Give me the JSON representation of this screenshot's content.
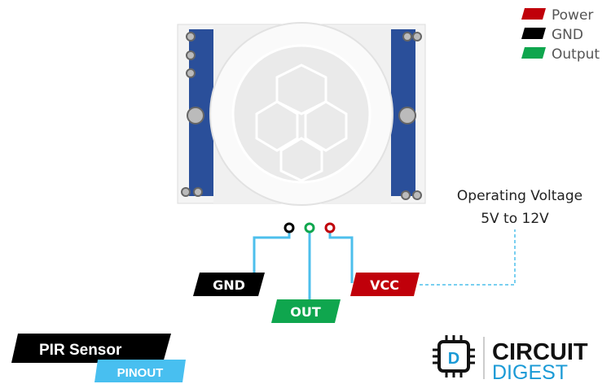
{
  "legend": [
    {
      "label": "Power",
      "color": "#c0000a"
    },
    {
      "label": "GND",
      "color": "#000000"
    },
    {
      "label": "Output",
      "color": "#0fa64e"
    }
  ],
  "pins": [
    {
      "label": "GND",
      "color": "#000000"
    },
    {
      "label": "OUT",
      "color": "#0fa64e"
    },
    {
      "label": "VCC",
      "color": "#c0000a"
    }
  ],
  "wire_color": "#4dbfec",
  "operating_voltage": {
    "line1": "Operating Voltage",
    "line2": "5V to 12V"
  },
  "title": {
    "main": "PIR Sensor",
    "sub": "PINOUT"
  },
  "logo": {
    "line1": "CIRCUIT",
    "line2": "DIGEST"
  }
}
